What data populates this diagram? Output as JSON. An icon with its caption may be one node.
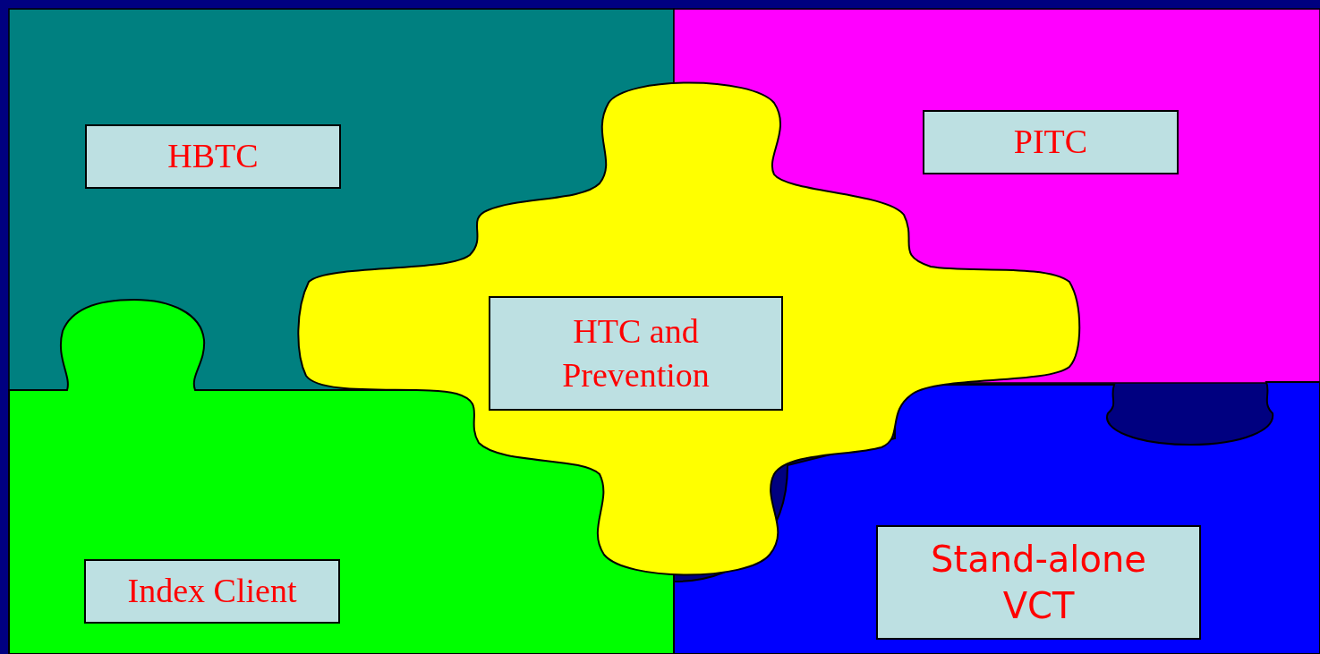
{
  "diagram": {
    "nodes": [
      {
        "text": [
          "HBTC"
        ]
      },
      {
        "text": [
          "PITC"
        ]
      },
      {
        "text": [
          "HTC and Prevention"
        ]
      },
      {
        "text": [
          "Index Client"
        ]
      },
      {
        "text": [
          "Stand-alone VCT"
        ]
      }
    ],
    "edges": []
  }
}
